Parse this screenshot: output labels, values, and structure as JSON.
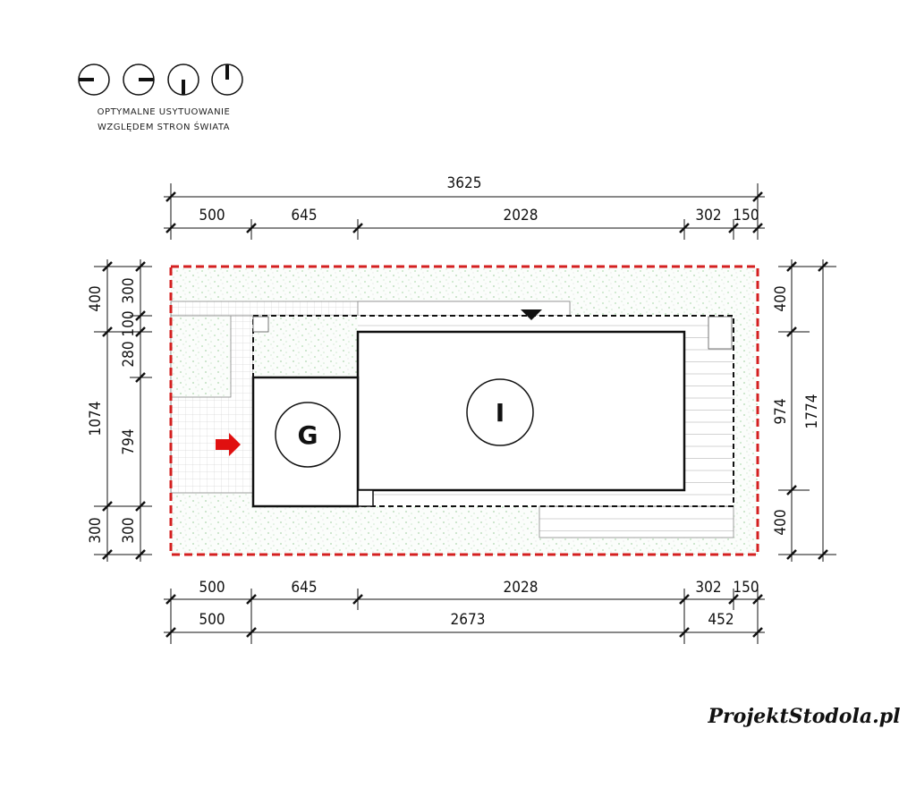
{
  "legend": {
    "caption_line1": "OPTYMALNE USYTUOWANIE",
    "caption_line2": "WZGLĘDEM STRON ŚWIATA",
    "icons": [
      "orientation-west-icon",
      "orientation-east-icon",
      "orientation-south-icon",
      "orientation-north-icon"
    ]
  },
  "dimensions": {
    "top_total": "3625",
    "top_row": [
      "500",
      "645",
      "2028",
      "302",
      "150"
    ],
    "bottom_row1": [
      "500",
      "645",
      "2028",
      "302",
      "150"
    ],
    "bottom_row2": [
      "500",
      "2673",
      "452"
    ],
    "left_outer": [
      "400",
      "1074",
      "300"
    ],
    "left_inner": [
      "300",
      "100",
      "280",
      "794",
      "300"
    ],
    "right_inner": [
      "400",
      "974",
      "400"
    ],
    "right_outer": "1774"
  },
  "buildings": {
    "garage_label": "G",
    "house_label": "I"
  },
  "colors": {
    "plot_boundary": "#d42020",
    "entrance_arrow": "#e01010",
    "greenery": "#4caf50"
  },
  "logo": "ProjektStodola.pl"
}
